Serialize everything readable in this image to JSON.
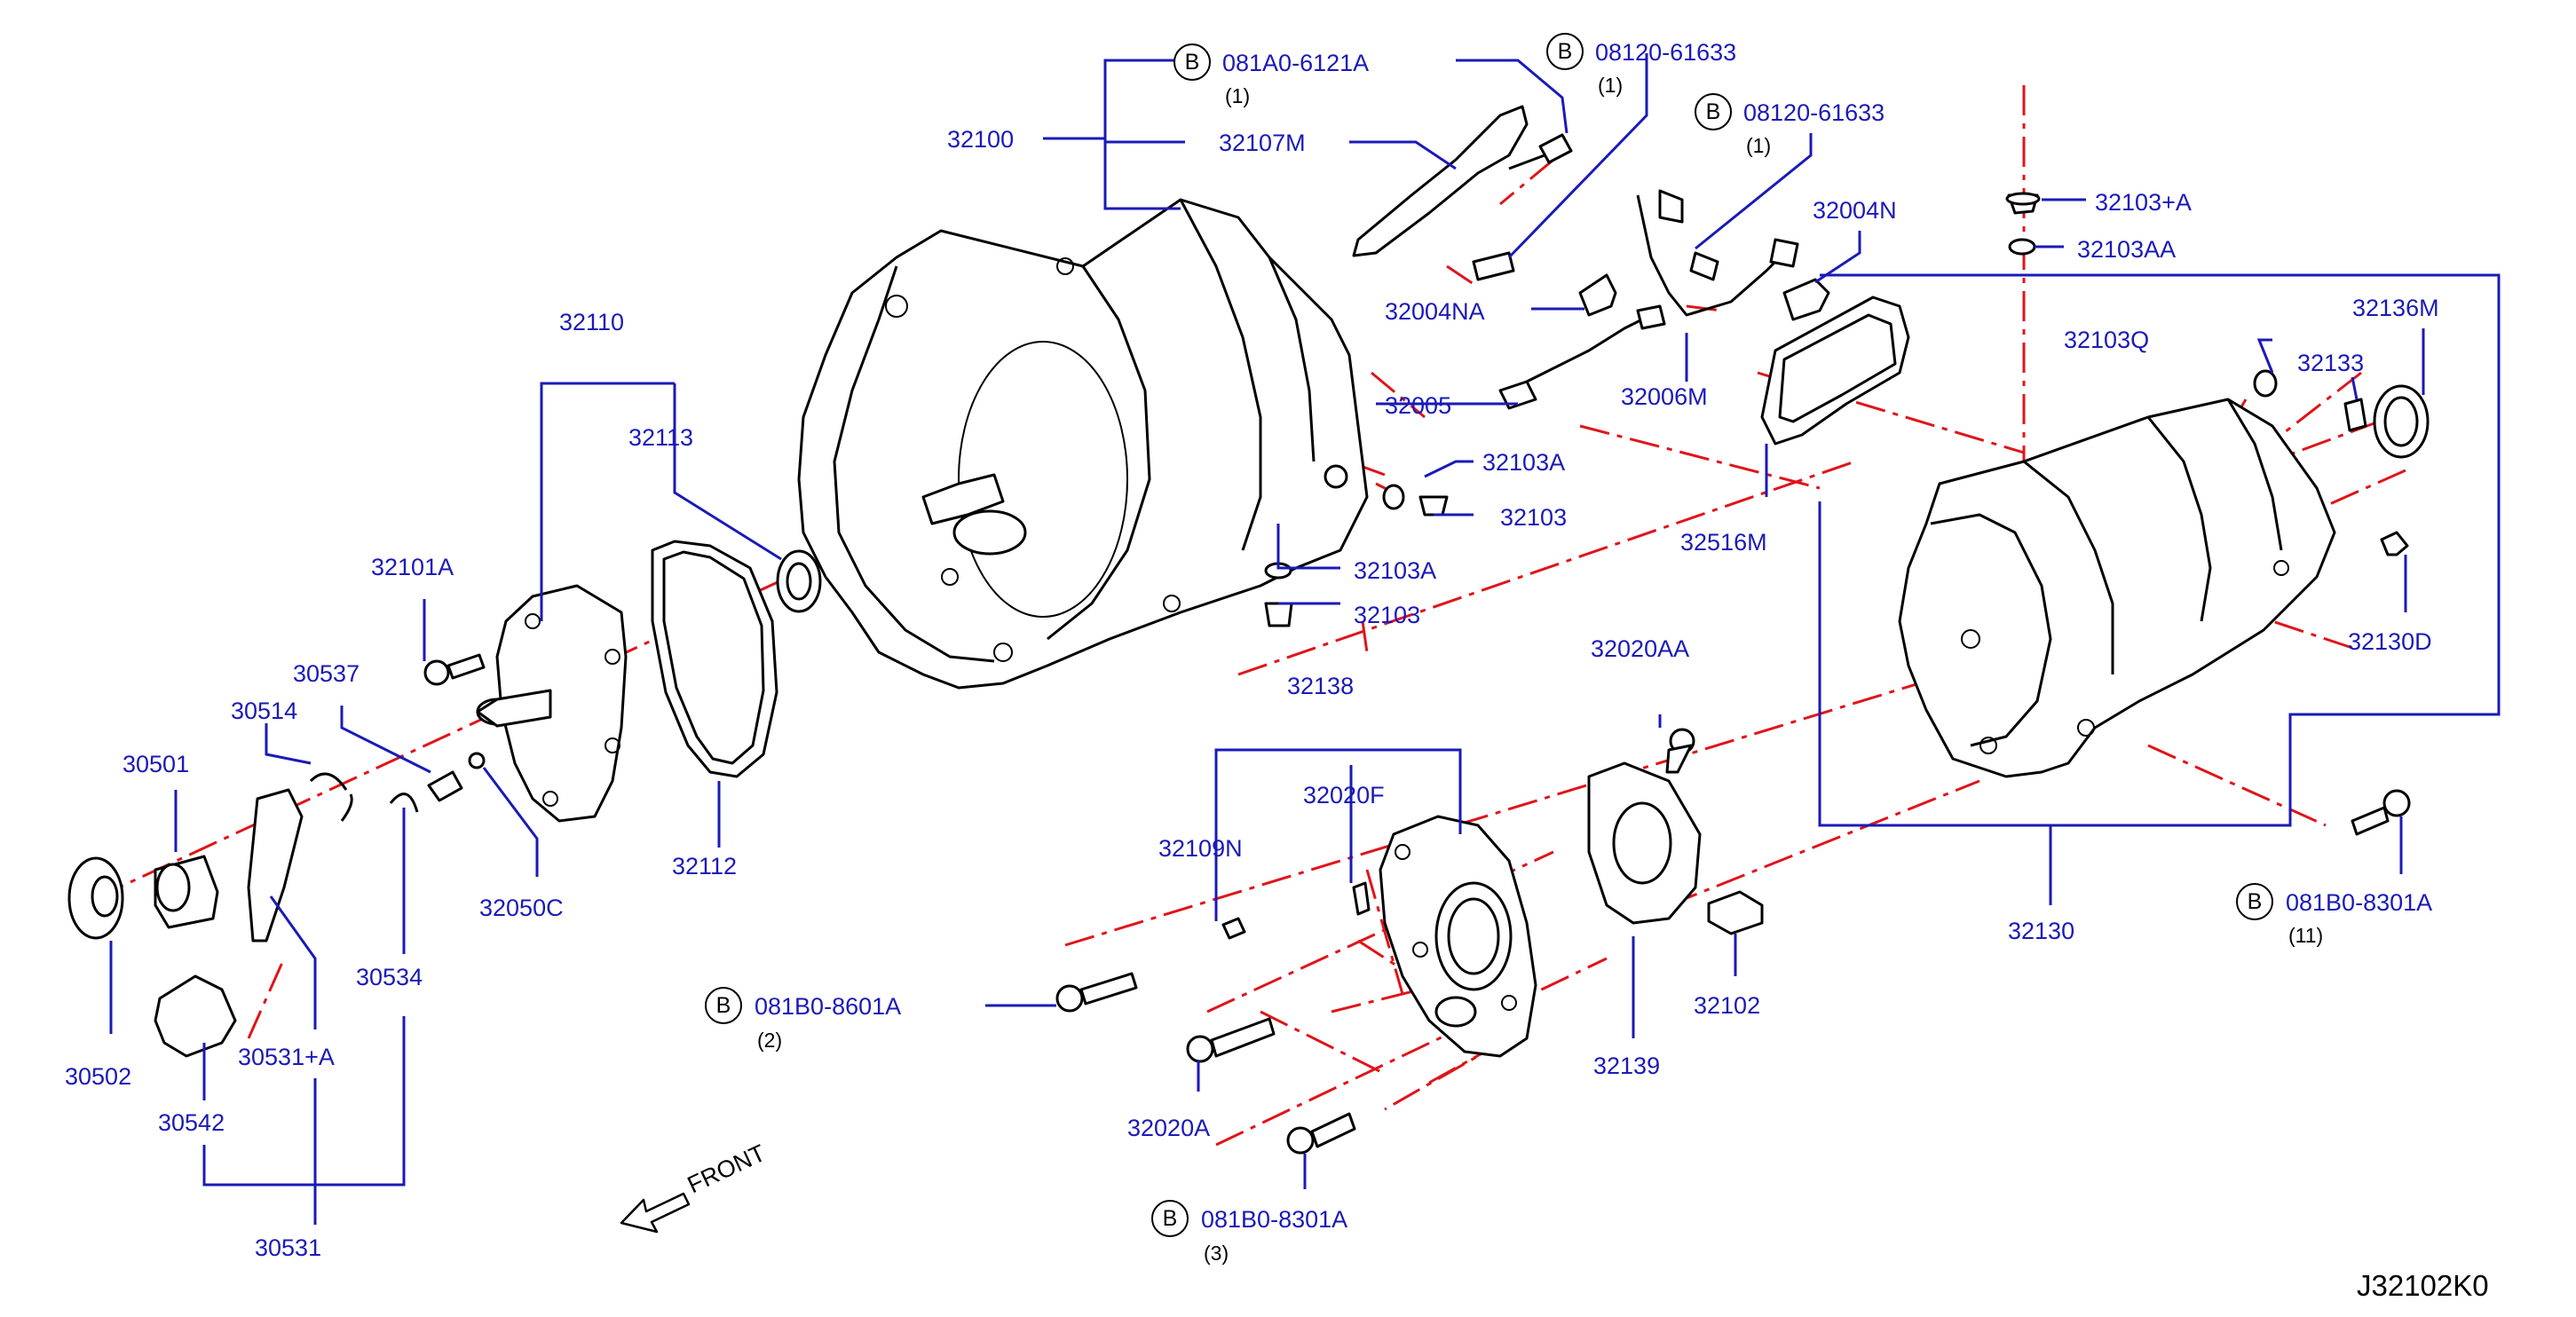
{
  "diagram_code": "J32102K0",
  "front_label": "FRONT",
  "bolt_symbol": "B",
  "colors": {
    "label": "#1a1ab8",
    "axis": "#e0141a",
    "line": "#000000"
  },
  "labels": {
    "p32100": "32100",
    "p32107M": "32107M",
    "b081A0_6121A": "081A0-6121A",
    "b081A0_6121A_qty": "(1)",
    "b08120_61633_a": "08120-61633",
    "b08120_61633_a_qty": "(1)",
    "b08120_61633_b": "08120-61633",
    "b08120_61633_b_qty": "(1)",
    "p32004N": "32004N",
    "p32004NA": "32004NA",
    "p32005": "32005",
    "p32006M": "32006M",
    "p32103A_plus": "32103+A",
    "p32103AA": "32103AA",
    "p32136M": "32136M",
    "p32103Q": "32103Q",
    "p32133": "32133",
    "p32516M": "32516M",
    "p32103A_1": "32103A",
    "p32103_1": "32103",
    "p32103A_2": "32103A",
    "p32103_2": "32103",
    "p32130D": "32130D",
    "p32110": "32110",
    "p32113": "32113",
    "p32101A": "32101A",
    "p30537": "30537",
    "p30514": "30514",
    "p30501": "30501",
    "p30502": "30502",
    "p30542": "30542",
    "p30531_plus_A": "30531+A",
    "p30534": "30534",
    "p30531": "30531",
    "p32050C": "32050C",
    "p32112": "32112",
    "p32138": "32138",
    "p32020F": "32020F",
    "p32109N": "32109N",
    "p32020AA": "32020AA",
    "b081B0_8601A": "081B0-8601A",
    "b081B0_8601A_qty": "(2)",
    "p32020A": "32020A",
    "b081B0_8301A_a": "081B0-8301A",
    "b081B0_8301A_a_qty": "(3)",
    "p32139": "32139",
    "p32102": "32102",
    "p32130": "32130",
    "b081B0_8301A_b": "081B0-8301A",
    "b081B0_8301A_b_qty": "(11)"
  }
}
